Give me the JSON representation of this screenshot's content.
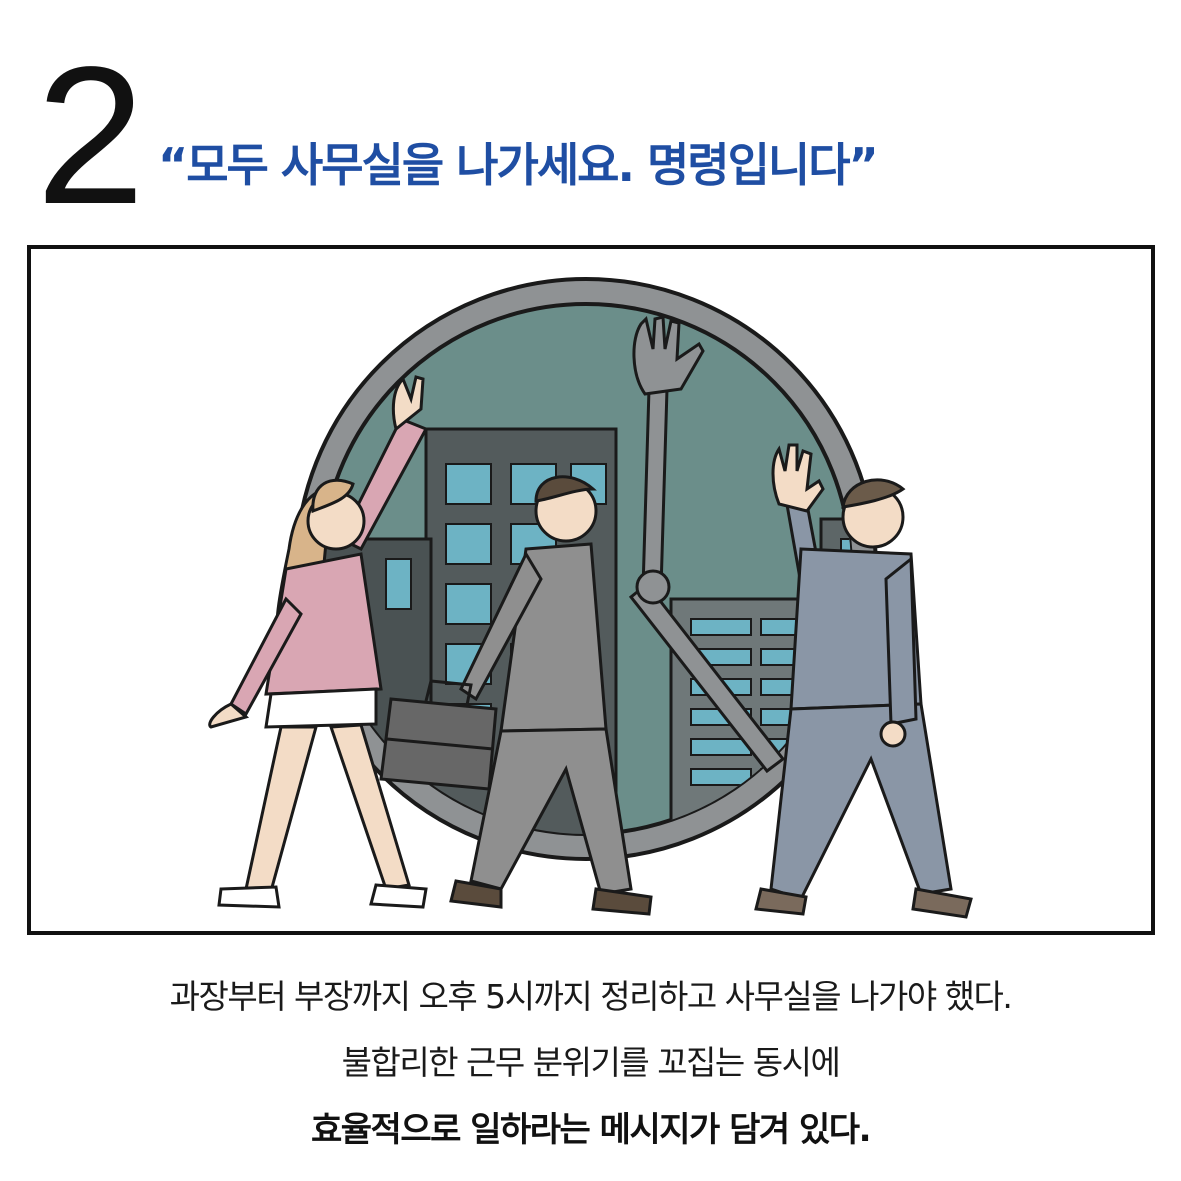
{
  "card": {
    "number": "2",
    "headline": "“모두 사무실을 나가세요. 명령입니다”"
  },
  "illustration": {
    "scene": [
      "clock-face",
      "city-buildings",
      "clock-hand-waving",
      "woman-in-pink-jacket",
      "man-with-briefcase",
      "man-in-blue-suit-waving"
    ],
    "colors": {
      "clock_rim": "#8f9294",
      "clock_sky": "#6b8e8a",
      "building_dark": "#535b5c",
      "window_blue": "#6db3c4",
      "pink_jacket": "#d9a6b3",
      "grey_suit": "#8f8f8f",
      "blue_suit": "#8a96a6"
    }
  },
  "caption": {
    "line1": "과장부터 부장까지 오후 5시까지 정리하고 사무실을 나가야 했다.",
    "line2": "불합리한 근무 분위기를 꼬집는 동시에",
    "line3": "효율적으로 일하라는 메시지가 담겨 있다."
  }
}
